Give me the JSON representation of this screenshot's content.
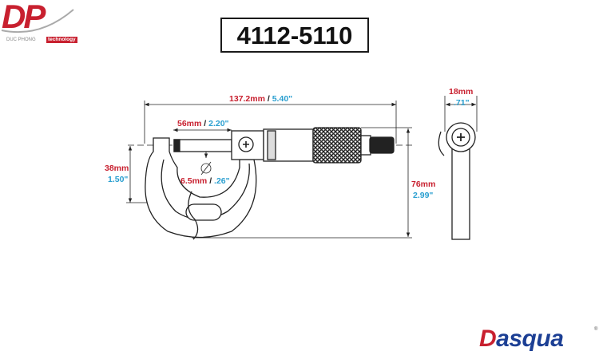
{
  "title": "4112-5110",
  "logo": {
    "letters": "DP",
    "subtitle": "DUC PHONG",
    "tag": "technology"
  },
  "brand": {
    "first_letter": "D",
    "rest": "asqua",
    "registered": "®"
  },
  "dimensions": {
    "overall_length": {
      "mm": "137.2mm",
      "sep": " / ",
      "in": "5.40\""
    },
    "spindle_travel": {
      "mm": "56mm",
      "sep": " / ",
      "in": "2.20\""
    },
    "spindle_diameter": {
      "symbol": "Ø",
      "mm": "6.5mm",
      "sep": " / ",
      "in": ".26\""
    },
    "throat_depth": {
      "mm": "38mm",
      "in": "1.50\""
    },
    "height": {
      "mm": "76mm",
      "in": "2.99\""
    },
    "thickness": {
      "mm": "18mm",
      "in": ".71\""
    }
  },
  "colors": {
    "mm": "#c8202f",
    "inch": "#2a9fd0",
    "brand_blue": "#1c3f94"
  }
}
